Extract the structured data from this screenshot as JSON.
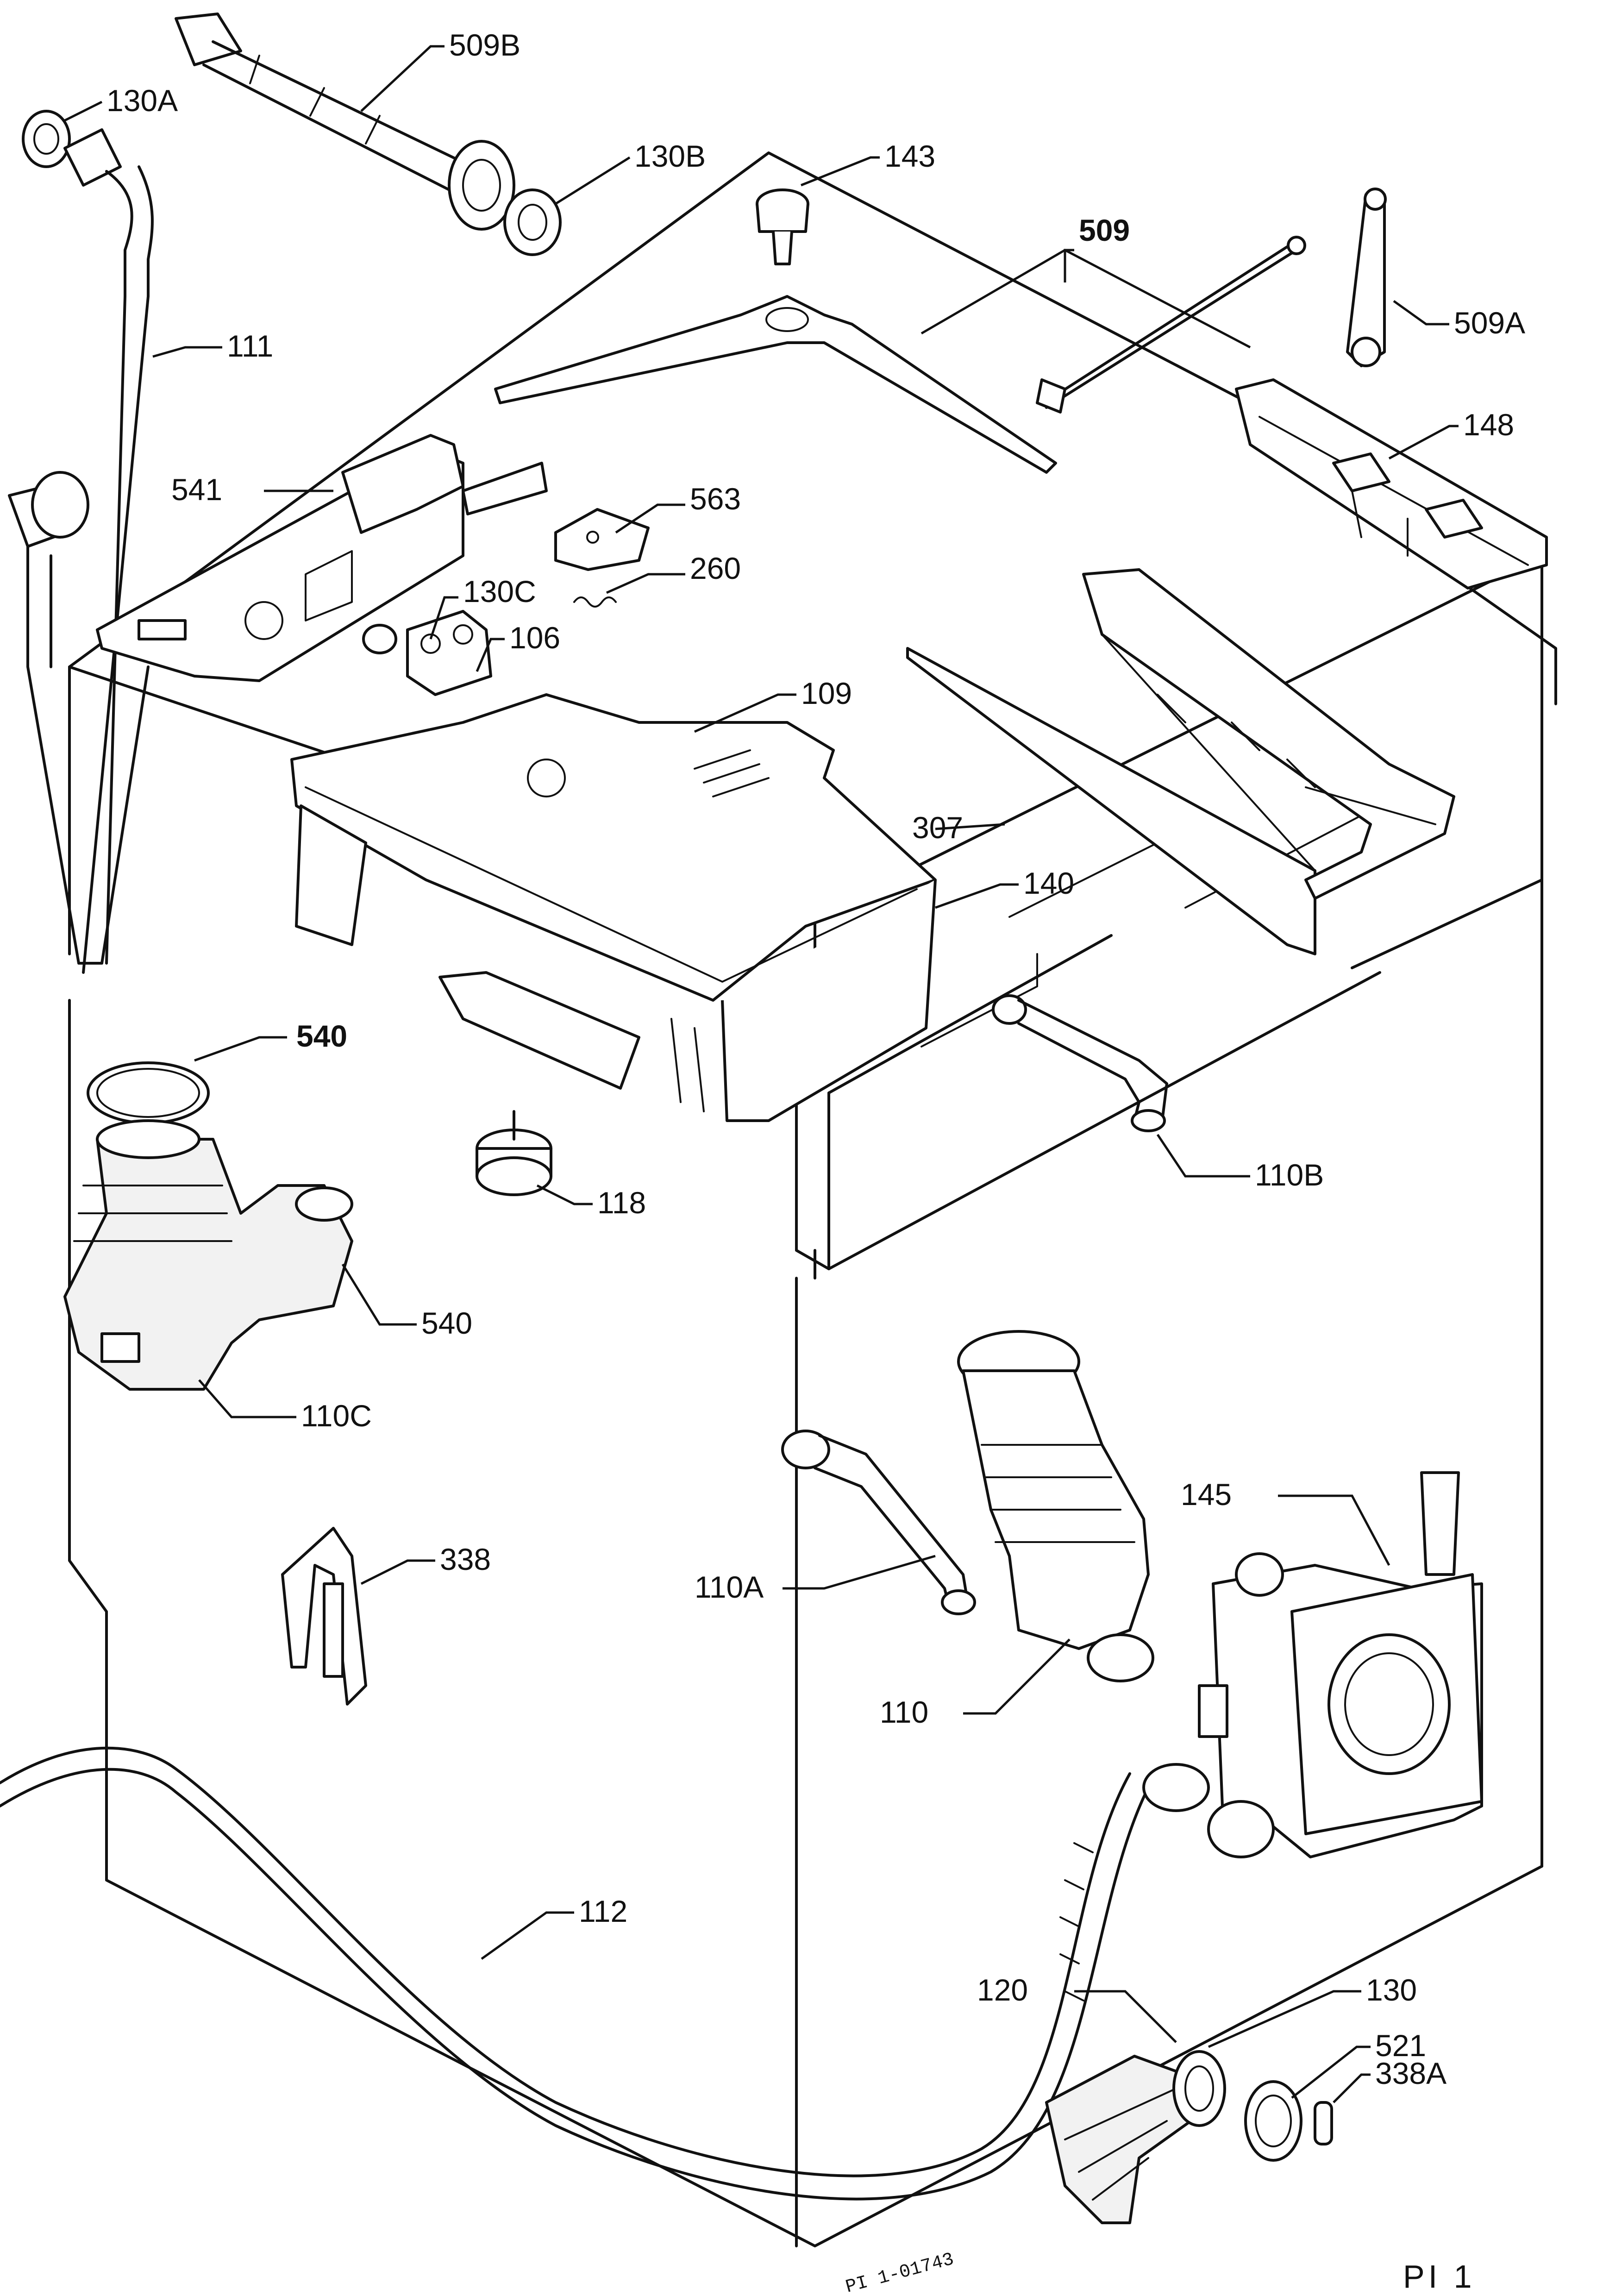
{
  "labels": {
    "l509b": "509B",
    "l130a": "130A",
    "l130b": "130B",
    "l143": "143",
    "l509": "509",
    "l509a": "509A",
    "l111": "111",
    "l541": "541",
    "l563": "563",
    "l260": "260",
    "l130c": "130C",
    "l106": "106",
    "l148": "148",
    "l109": "109",
    "l307": "307",
    "l140": "140",
    "l540a": "540",
    "l110b": "110B",
    "l118": "118",
    "l540b": "540",
    "l110c": "110C",
    "l338": "338",
    "l110a": "110A",
    "l145": "145",
    "l110": "110",
    "l112": "112",
    "l130": "130",
    "l120": "120",
    "l521": "521",
    "l338a": "338A"
  },
  "drawing_ref": "PI 1-01743",
  "plate": "PI 1"
}
